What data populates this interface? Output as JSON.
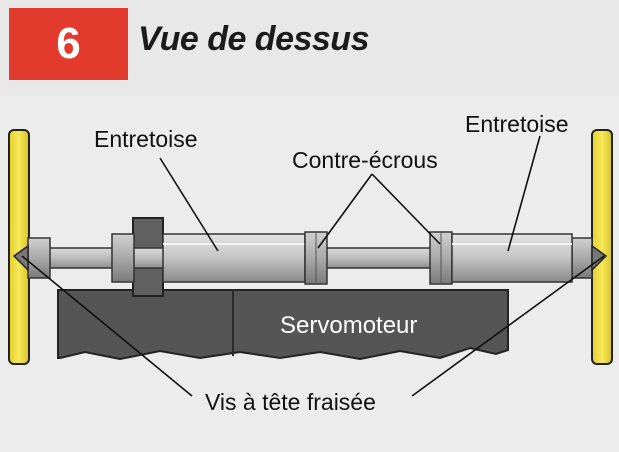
{
  "header": {
    "step_number": "6",
    "title": "Vue de dessus"
  },
  "labels": {
    "spacer_left": "Entretoise",
    "spacer_right": "Entretoise",
    "lock_nuts": "Contre-écrous",
    "servo": "Servomoteur",
    "screws": "Vis à tête fraisée"
  },
  "colors": {
    "step_badge": "#e23a2c",
    "side_plates": "#f0df3a",
    "servo_body": "#555555",
    "rod": "#b7b7b7"
  }
}
